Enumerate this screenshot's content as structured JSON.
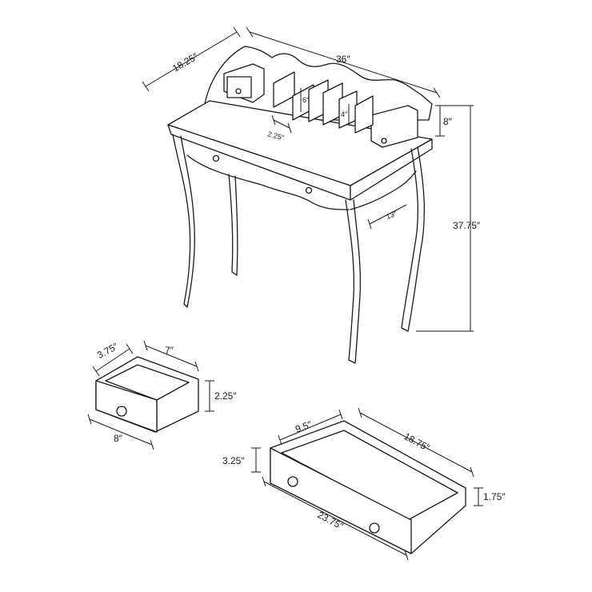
{
  "desk": {
    "depth": "18.25″",
    "width": "36″",
    "hutch_height": "8″",
    "total_height": "37.75″",
    "knee_depth": "13″",
    "divider_spacing": "2.25″",
    "divider_height": "6″",
    "divider_short": "4″"
  },
  "small_drawer": {
    "depth": "3.75″",
    "inner_width": "7″",
    "height": "2.25″",
    "width": "8″"
  },
  "large_drawer": {
    "depth": "9.5″",
    "inner_width": "18.75″",
    "front_height": "3.25″",
    "back_height": "1.75″",
    "width": "23.75″"
  }
}
